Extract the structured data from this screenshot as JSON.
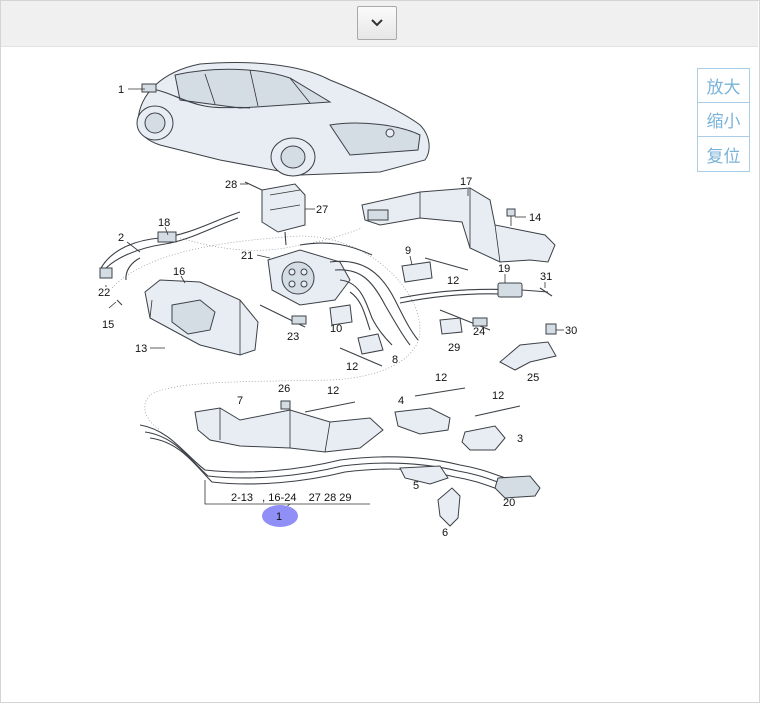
{
  "toolbar": {
    "dropdown_icon": "chevron-down-icon"
  },
  "zoom": {
    "zoom_in_label": "放大",
    "zoom_out_label": "缩小",
    "reset_label": "复位"
  },
  "callouts": {
    "p1": "1",
    "p2": "2",
    "p3": "3",
    "p4": "4",
    "p5": "5",
    "p6": "6",
    "p7": "7",
    "p8": "8",
    "p9": "9",
    "p10": "10",
    "p12": "12",
    "p13": "13",
    "p14": "14",
    "p15": "15",
    "p16": "16",
    "p17": "17",
    "p18": "18",
    "p19": "19",
    "p20": "20",
    "p21": "21",
    "p22": "22",
    "p23": "23",
    "p24": "24",
    "p25": "25",
    "p26": "26",
    "p27": "27",
    "p28": "28",
    "p29": "29",
    "p30": "30",
    "p31": "31"
  },
  "harness_group": {
    "ranges": "2-13   , 16-24    27 28 29",
    "marker": "1",
    "marker_color": "#8f8ff5"
  }
}
